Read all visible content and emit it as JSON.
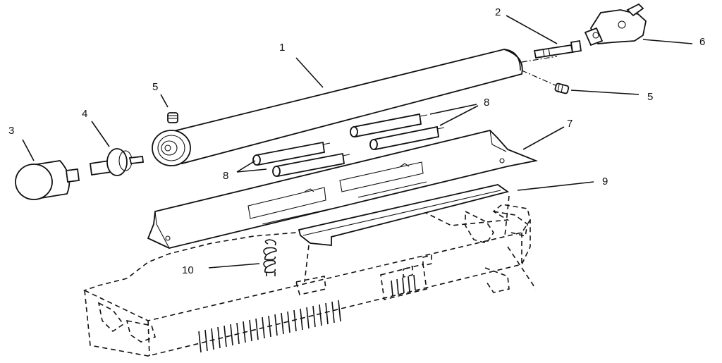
{
  "callouts": {
    "c1": "1",
    "c2": "2",
    "c3": "3",
    "c4": "4",
    "c5a": "5",
    "c5b": "5",
    "c6": "6",
    "c7": "7",
    "c8a": "8",
    "c8b": "8",
    "c9": "9",
    "c10": "10"
  }
}
